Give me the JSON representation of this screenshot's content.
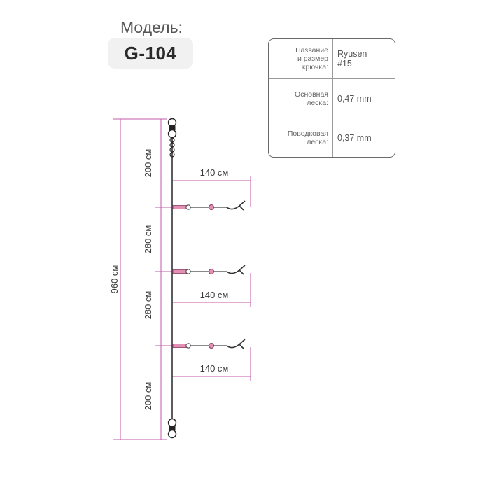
{
  "header": {
    "model_label": "Модель:",
    "model_code": "G-104"
  },
  "specs": [
    {
      "name": "Название\nи размер\nкрючка:",
      "value": "Ryusen\n#15"
    },
    {
      "name": "Основная\nлеска:",
      "value": "0,47 mm"
    },
    {
      "name": "Поводковая\nлеска:",
      "value": "0,37 mm"
    }
  ],
  "rig": {
    "total_length": "960 см",
    "segments": [
      "200 см",
      "280 см",
      "280 см",
      "200 см"
    ],
    "leader_lengths": [
      "140 см",
      "140 см",
      "140 см"
    ],
    "colors": {
      "dimension": "#c05aa8",
      "mainline": "#333333",
      "leader": "#444444",
      "bead_pink": "#e48fb4",
      "bead_outline": "#8a3a60"
    }
  }
}
